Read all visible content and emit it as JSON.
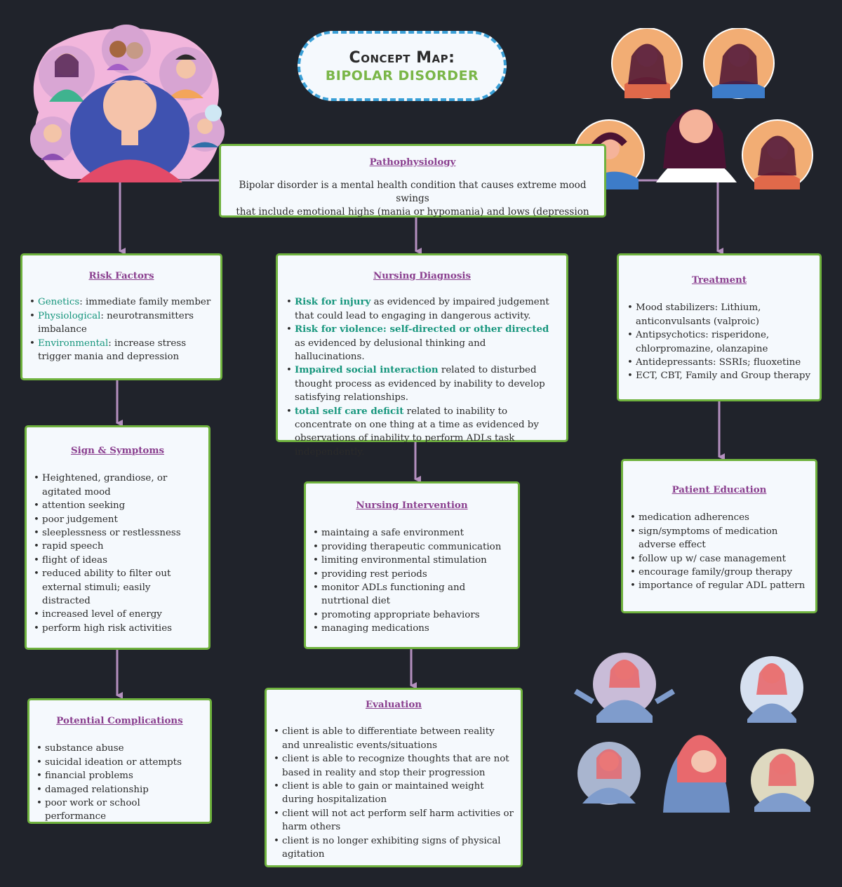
{
  "title": {
    "line1": "Concept Map:",
    "line2": "BIPOLAR DISORDER"
  },
  "colors": {
    "background": "#20232b",
    "box_fill": "#f5f9fd",
    "box_border": "#6fb23e",
    "heading": "#8a3f8f",
    "highlight": "#17967d",
    "connector": "#b48fbf",
    "title_border": "#3a9fd6",
    "title_accent": "#7ab648"
  },
  "pathophysiology": {
    "heading": "Pathophysiology",
    "text_line1": "Bipolar disorder is a mental health  condition that causes extreme mood swings",
    "text_line2": "that include emotional  highs (mania or hypomania) and lows (depression"
  },
  "risk_factors": {
    "heading": "Risk Factors",
    "items": [
      {
        "key": "Genetics",
        "text": ": immediate family member"
      },
      {
        "key": "Physiological",
        "text": ": neurotransmitters imbalance"
      },
      {
        "key": "Environmental",
        "text": ": increase stress trigger mania and depression"
      }
    ]
  },
  "nursing_diagnosis": {
    "heading": "Nursing Diagnosis",
    "items": [
      {
        "key": "Risk for injury",
        "text": " as evidenced by impaired judgement that could lead to engaging in dangerous activity."
      },
      {
        "key": "Risk for violence: self-directed or other directed",
        "text": " as evidenced by delusional thinking and hallucinations."
      },
      {
        "key": "Impaired social interaction",
        "text": " related to disturbed thought process as evidenced by inability to develop satisfying relationships."
      },
      {
        "key": "total self care deficit",
        "text": " related to inability to concentrate on one thing at a time as evidenced by observations of inability to perform ADLs task independently."
      }
    ]
  },
  "treatment": {
    "heading": "Treatment",
    "items": [
      "Mood stabilizers: Lithium, anticonvulsants (valproic)",
      "Antipsychotics: risperidone, chlorpromazine, olanzapine",
      "Antidepressants: SSRIs; fluoxetine",
      "ECT, CBT, Family and Group therapy"
    ]
  },
  "signs_symptoms": {
    "heading": "Sign & Symptoms",
    "items": [
      "Heightened, grandiose, or agitated mood",
      "attention seeking",
      "poor judgement",
      "sleeplessness or restlessness",
      "rapid speech",
      "flight of ideas",
      "reduced ability to filter out external stimuli; easily distracted",
      "increased level of energy",
      "perform high risk activities"
    ]
  },
  "nursing_intervention": {
    "heading": "Nursing Intervention",
    "items": [
      "maintaing a safe environment",
      "providing therapeutic communication",
      "limiting environmental stimulation",
      "providing rest periods",
      "monitor ADLs functioning and nutrtional diet",
      "promoting appropriate behaviors",
      "managing medications"
    ]
  },
  "patient_education": {
    "heading": "Patient Education",
    "items": [
      "medication adherences",
      "sign/symptoms of medication adverse effect",
      "follow up w/ case management",
      "encourage family/group therapy",
      "importance of regular ADL pattern"
    ]
  },
  "potential_complications": {
    "heading": "Potential Complications",
    "items": [
      "substance abuse",
      "suicidal ideation or attempts",
      "financial problems",
      "damaged relationship",
      "poor work or school performance"
    ]
  },
  "evaluation": {
    "heading": "Evaluation",
    "items": [
      "client is able to differentiate between reality and unrealistic events/situations",
      "client is able to recognize thoughts that are not based in reality and stop their progression",
      "client is able to gain or maintained weight during hospitalization",
      "client will not act perform self harm activities or harm others",
      "client is no longer exhibiting signs of physical agitation"
    ]
  },
  "illustrations": {
    "top_left": "woman-with-emotions-collage-illustration",
    "top_right": "anxious-woman-with-mood-circles-illustration",
    "bottom_right": "distressed-woman-covering-face-illustration"
  }
}
